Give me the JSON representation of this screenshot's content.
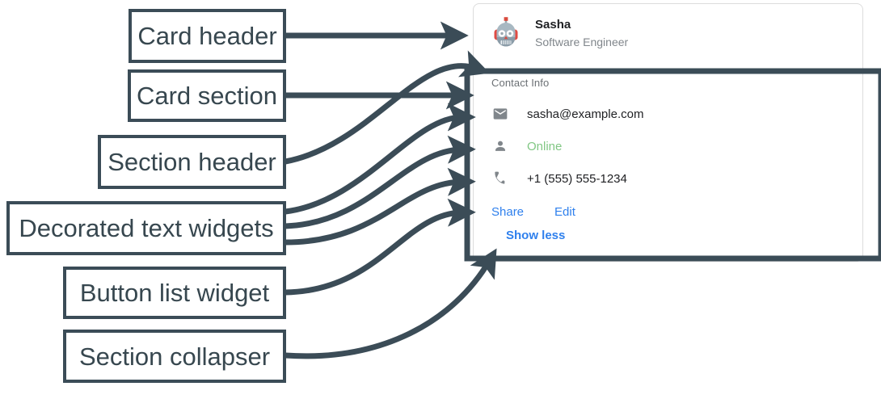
{
  "annotations": [
    {
      "id": "card-header",
      "label": "Card header"
    },
    {
      "id": "card-section",
      "label": "Card section"
    },
    {
      "id": "section-header",
      "label": "Section header"
    },
    {
      "id": "decorated-text",
      "label": "Decorated text widgets"
    },
    {
      "id": "button-list",
      "label": "Button list widget"
    },
    {
      "id": "section-collapser",
      "label": "Section collapser"
    }
  ],
  "card": {
    "header": {
      "avatar_icon": "robot-avatar-icon",
      "title": "Sasha",
      "subtitle": "Software Engineer"
    },
    "section": {
      "header": "Contact Info",
      "rows": [
        {
          "icon": "mail-icon",
          "text": "sasha@example.com",
          "state": "default"
        },
        {
          "icon": "person-icon",
          "text": "Online",
          "state": "online"
        },
        {
          "icon": "phone-icon",
          "text": "+1 (555) 555-1234",
          "state": "default"
        }
      ],
      "buttons": [
        {
          "label": "Share"
        },
        {
          "label": "Edit"
        }
      ],
      "collapser": {
        "label": "Show less"
      }
    }
  },
  "colors": {
    "annotation_stroke": "#3b4c57",
    "annotation_text": "#37474f",
    "link_blue": "#2f80ed",
    "status_green": "#81c784",
    "muted_gray": "#80868b",
    "card_border": "#dcdcdc"
  }
}
